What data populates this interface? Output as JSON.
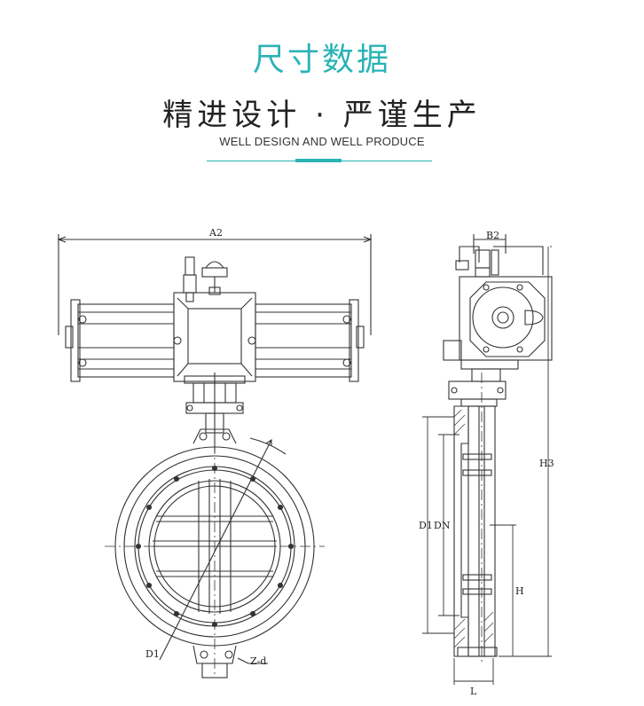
{
  "header": {
    "title": "尺寸数据",
    "subtitle_cn": "精进设计 · 严谨生产",
    "subtitle_en": "WELL DESIGN AND WELL PRODUCE",
    "accent_color": "#2bb3b6"
  },
  "drawing": {
    "labels": {
      "a2": "A2",
      "d1_front": "D1",
      "z_d": "Z-d",
      "b2": "B2",
      "h3": "H3",
      "d1_side": "D1",
      "dn": "DN",
      "h": "H",
      "l": "L"
    }
  }
}
